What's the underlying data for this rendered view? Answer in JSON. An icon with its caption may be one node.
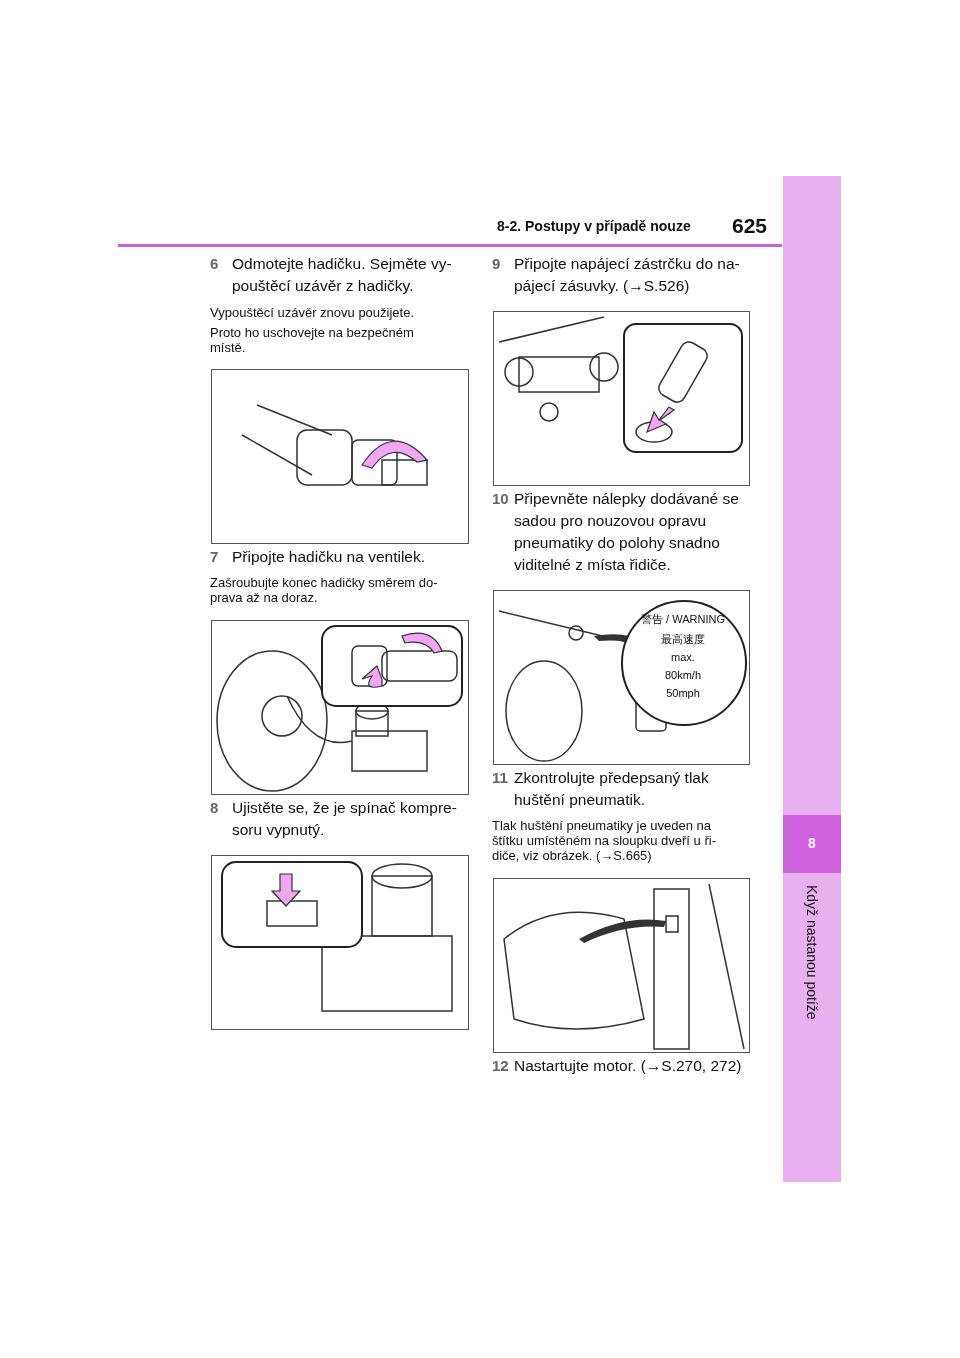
{
  "diagram": {
    "labels": [
      "8-2. Postupy v případě nouze",
      "625",
      "6",
      "Odmotejte hadičku. Sejměte vy-pouštěcí uzávěr z hadičky.",
      "Vypouštěcí uzávěr znovu použijete.",
      "Proto ho uschovejte na bezpečném místě.",
      "7",
      "Připojte hadičku na ventilek.",
      "Zašroubujte konec hadičky směrem do-prava až na doraz.",
      "8",
      "Ujistěte se, že je spínač kompre-soru vypnutý.",
      "9",
      "Připojte napájecí zástrčku do na-pájecí zásuvky. (→S.526)",
      "10",
      "Připevněte nálepky dodávané se sadou pro nouzovou opravu pneumatiky do polohy snadno viditelné z místa řidiče.",
      "警告 / WARNING",
      "最高速度",
      "max.",
      "80km/h",
      "50mph",
      "11",
      "Zkontrolujte předepsaný tlak huštění pneumatik.",
      "Tlak huštění pneumatiky je uveden na štítku umístěném na sloupku dveří u ři-diče, viz obrázek. (→S.665)",
      "12",
      "Nastartujte motor. (→S.270, 272)",
      "8",
      "Když nastanou potíže"
    ]
  }
}
